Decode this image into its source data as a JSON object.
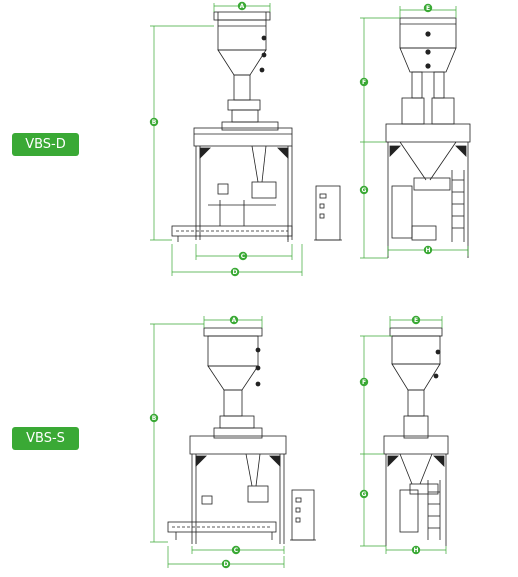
{
  "colors": {
    "accent": "#3aa935",
    "line": "#222222",
    "dim": "#3aa935"
  },
  "badges": {
    "d": "VBS-D",
    "s": "VBS-S"
  },
  "dims": {
    "a": "A",
    "b": "B",
    "c": "C",
    "d": "D",
    "e": "E",
    "f": "F",
    "g": "G",
    "h": "H"
  }
}
